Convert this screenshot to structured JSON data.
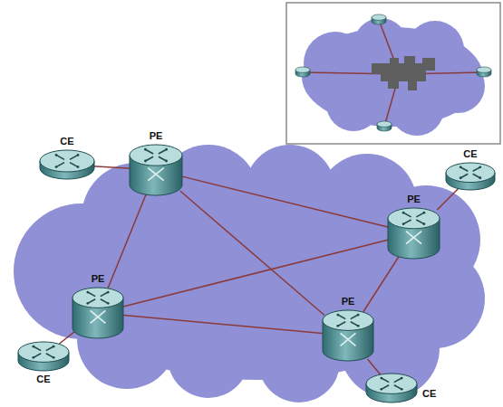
{
  "diagram": {
    "nodes": [
      {
        "text": [
          "CE"
        ]
      },
      {
        "text": [
          "PE"
        ]
      },
      {
        "text": [
          "CE"
        ]
      },
      {
        "text": [
          "PE"
        ]
      },
      {
        "text": [
          "PE"
        ]
      },
      {
        "text": [
          "CE"
        ]
      },
      {
        "text": [
          "PE"
        ]
      },
      {
        "text": [
          "CE"
        ]
      }
    ],
    "edges": [
      {
        "from": 0,
        "to": 1,
        "arrow": "none"
      },
      {
        "from": 2,
        "to": 3,
        "arrow": "none"
      },
      {
        "from": 4,
        "to": 5,
        "arrow": "none"
      },
      {
        "from": 6,
        "to": 7,
        "arrow": "none"
      },
      {
        "from": 1,
        "to": 3,
        "arrow": "none"
      },
      {
        "from": 1,
        "to": 4,
        "arrow": "none"
      },
      {
        "from": 1,
        "to": 6,
        "arrow": "none"
      },
      {
        "from": 4,
        "to": 3,
        "arrow": "none"
      },
      {
        "from": 4,
        "to": 6,
        "arrow": "none"
      },
      {
        "from": 3,
        "to": 6,
        "arrow": "none"
      }
    ]
  }
}
